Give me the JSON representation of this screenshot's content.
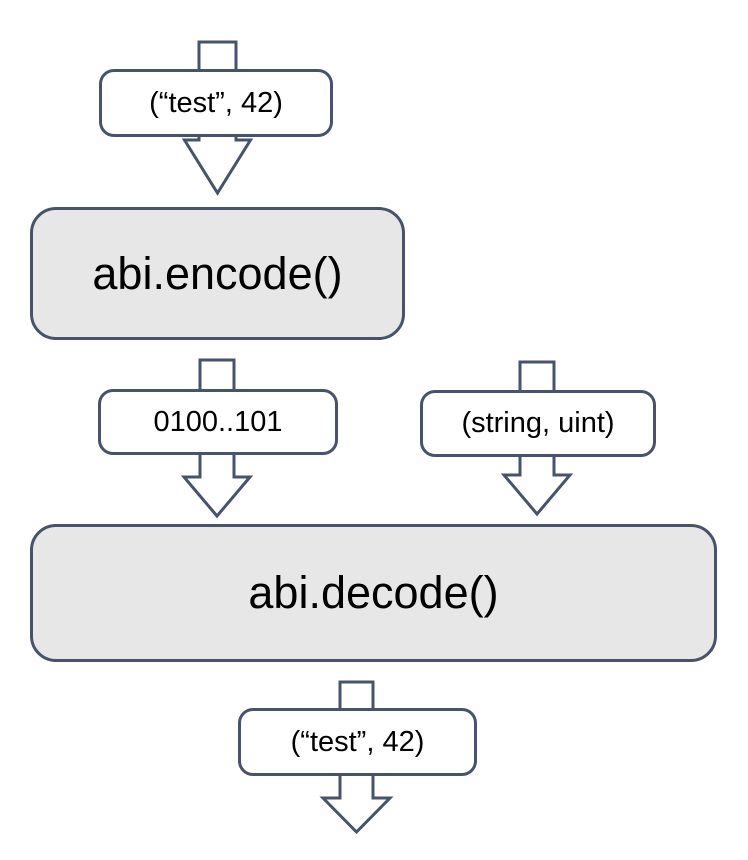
{
  "diagram": {
    "nodes": {
      "input": {
        "label": "(“test”, 42)"
      },
      "encode": {
        "label": "abi.encode()"
      },
      "bytes": {
        "label": "0100..101"
      },
      "types": {
        "label": "(string, uint)"
      },
      "decode": {
        "label": "abi.decode()"
      },
      "output": {
        "label": "(“test”, 42)"
      }
    },
    "colors": {
      "stroke": "#47536b",
      "process_fill": "#e7e7e7",
      "label_fill": "#ffffff",
      "text": "#000000",
      "background": "#ffffff"
    }
  }
}
